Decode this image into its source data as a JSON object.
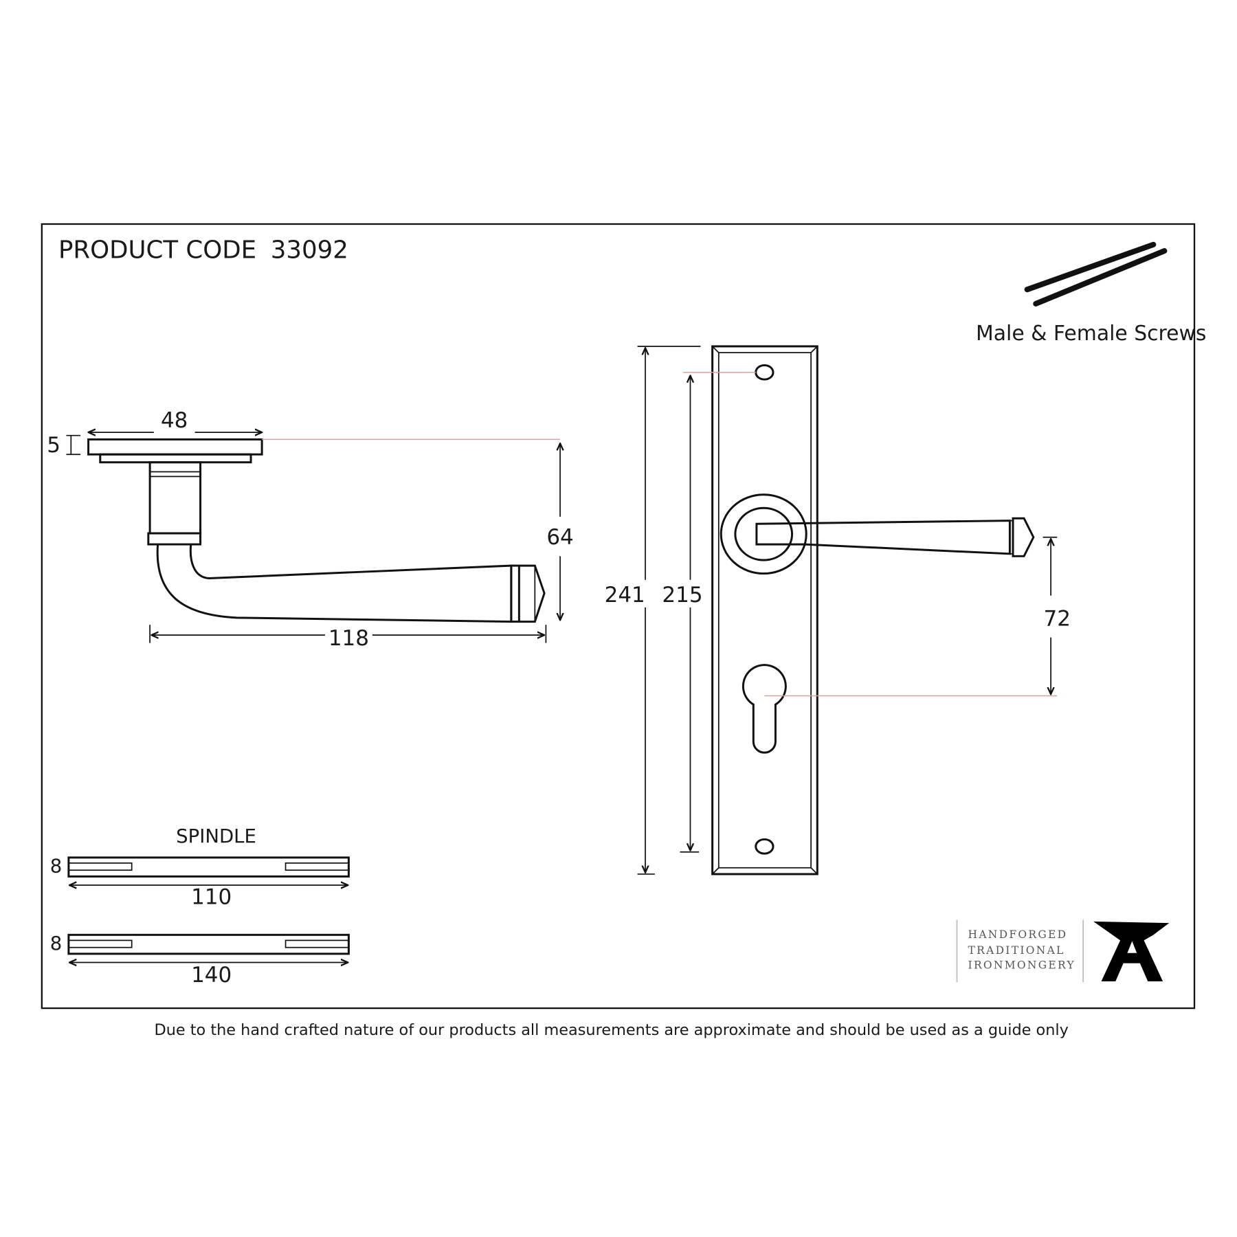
{
  "header": {
    "product_code_label": "PRODUCT CODE",
    "product_code": "33092"
  },
  "screws": {
    "label": "Male & Female Screws"
  },
  "side_view": {
    "rose_width": "48",
    "rose_thickness": "5",
    "lever_drop": "64",
    "lever_projection": "118"
  },
  "front_view": {
    "plate_height": "241",
    "fixing_centres": "215",
    "centre_to_centre": "72"
  },
  "spindle": {
    "title": "SPINDLE",
    "items": [
      {
        "size": "8",
        "length": "110"
      },
      {
        "size": "8",
        "length": "140"
      }
    ]
  },
  "logo": {
    "lines": [
      "HANDFORGED",
      "TRADITIONAL",
      "IRONMONGERY"
    ]
  },
  "footer": {
    "disclaimer": "Due to the hand crafted nature of our products all measurements are approximate and should be used as a guide only"
  }
}
